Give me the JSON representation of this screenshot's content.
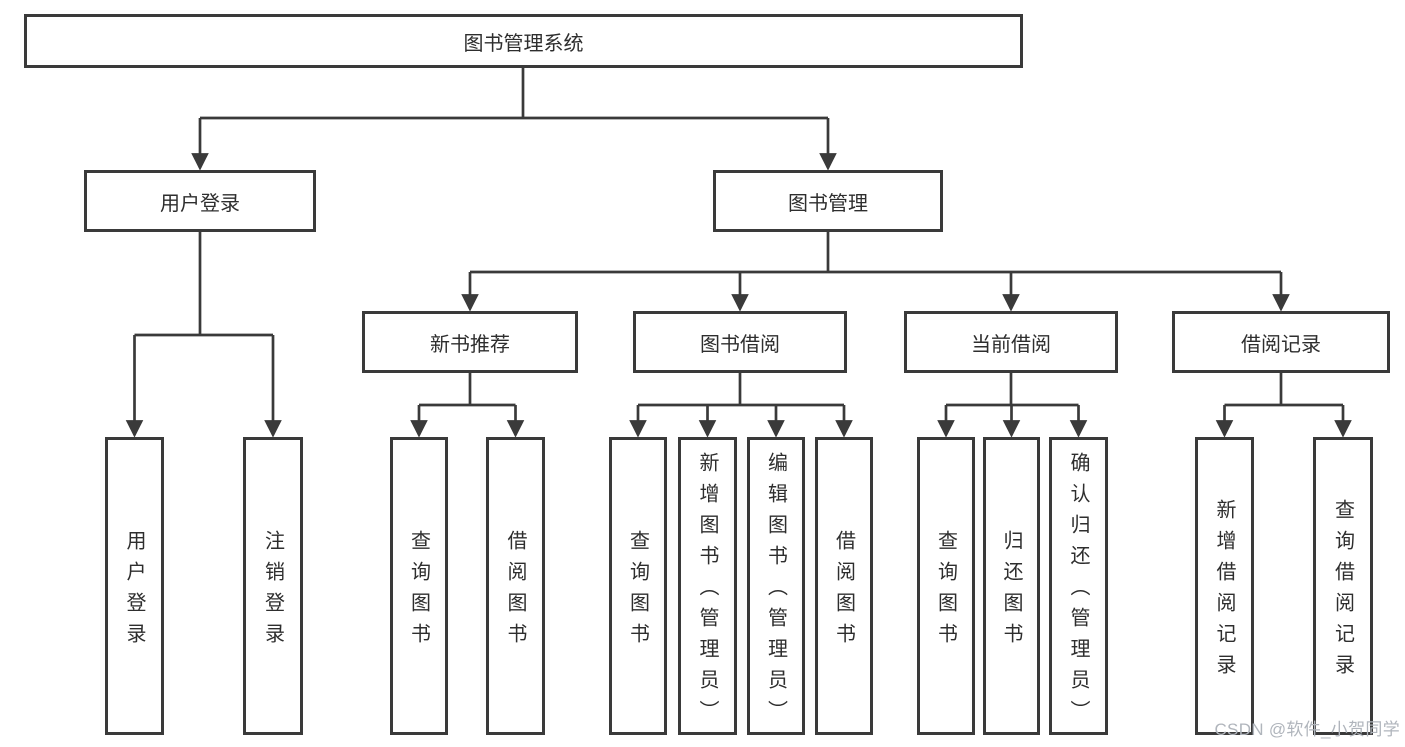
{
  "diagram": {
    "colors": {
      "line": "#3a3a3a",
      "box_border": "#3a3a3a",
      "text": "#2e2e2e",
      "background": "#ffffff",
      "watermark": "#b0b5bc"
    },
    "tree": {
      "root": {
        "label": "图书管理系统"
      },
      "branches": [
        {
          "label": "用户登录",
          "children": [
            {
              "label": "用户登录"
            },
            {
              "label": "注销登录"
            }
          ]
        },
        {
          "label": "图书管理",
          "children": [
            {
              "label": "新书推荐",
              "children": [
                {
                  "label": "查询图书"
                },
                {
                  "label": "借阅图书"
                }
              ]
            },
            {
              "label": "图书借阅",
              "children": [
                {
                  "label": "查询图书"
                },
                {
                  "label": "新增图书（管理员）"
                },
                {
                  "label": "编辑图书（管理员）"
                },
                {
                  "label": "借阅图书"
                }
              ]
            },
            {
              "label": "当前借阅",
              "children": [
                {
                  "label": "查询图书"
                },
                {
                  "label": "归还图书"
                },
                {
                  "label": "确认归还（管理员）"
                }
              ]
            },
            {
              "label": "借阅记录",
              "children": [
                {
                  "label": "新增借阅记录"
                },
                {
                  "label": "查询借阅记录"
                }
              ]
            }
          ]
        }
      ]
    }
  },
  "watermark": {
    "text": "CSDN @软件_小贺同学"
  }
}
